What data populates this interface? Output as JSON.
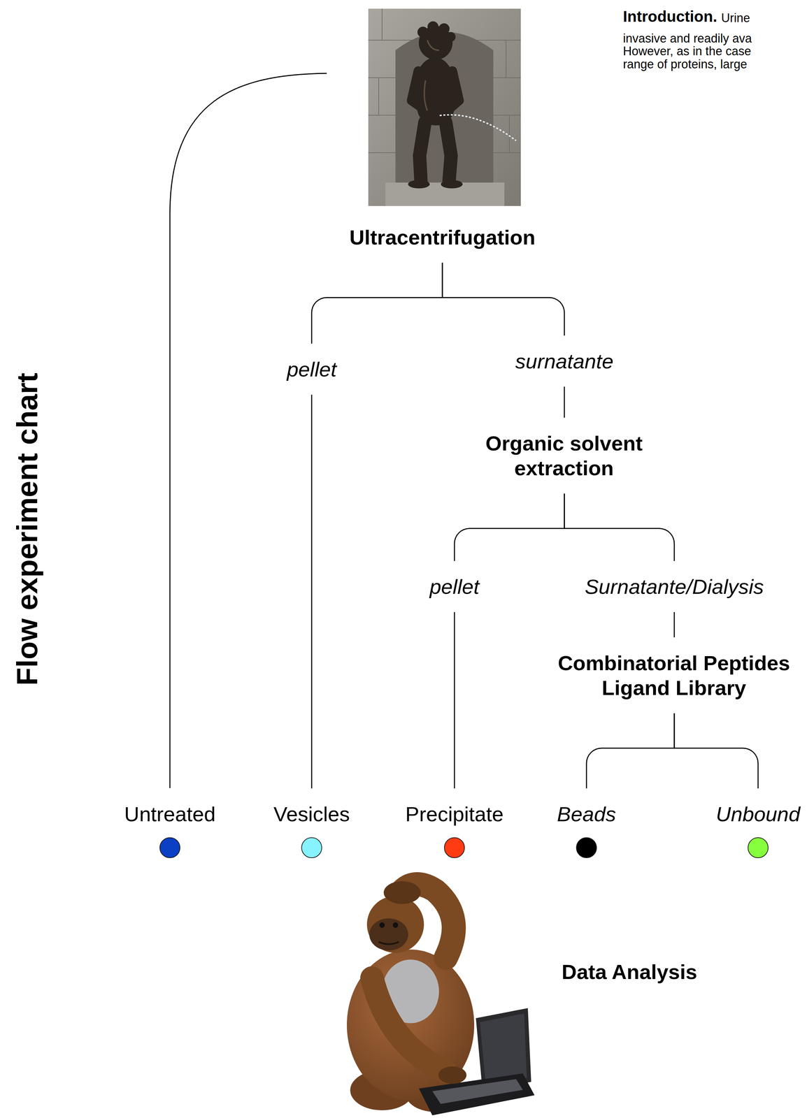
{
  "diagram": {
    "title": "Flow experiment chart",
    "nodes": [
      {
        "text": [
          "Ultracentrifugation"
        ]
      },
      {
        "text": [
          "pellet"
        ]
      },
      {
        "text": [
          "surnatante"
        ]
      },
      {
        "text": [
          "Organic solvent extraction"
        ]
      },
      {
        "text": [
          "pellet"
        ]
      },
      {
        "text": [
          "Surnatante/Dialysis"
        ]
      },
      {
        "text": [
          "Combinatorial Peptides Ligand Library"
        ]
      },
      {
        "text": [
          "Untreated"
        ]
      },
      {
        "text": [
          "Vesicles"
        ]
      },
      {
        "text": [
          "Precipitate"
        ]
      },
      {
        "text": [
          "Beads"
        ]
      },
      {
        "text": [
          "Unbound"
        ]
      }
    ],
    "edges": [
      {
        "from": 0,
        "to": 1,
        "arrow": "none"
      },
      {
        "from": 0,
        "to": 2,
        "arrow": "none"
      },
      {
        "from": 1,
        "to": 8,
        "arrow": "none"
      },
      {
        "from": 2,
        "to": 3,
        "arrow": "none"
      },
      {
        "from": 3,
        "to": 4,
        "arrow": "none"
      },
      {
        "from": 3,
        "to": 5,
        "arrow": "none"
      },
      {
        "from": 4,
        "to": 9,
        "arrow": "none"
      },
      {
        "from": 5,
        "to": 6,
        "arrow": "none"
      },
      {
        "from": 6,
        "to": 10,
        "arrow": "none"
      },
      {
        "from": 6,
        "to": 11,
        "arrow": "none"
      }
    ],
    "labels": [
      "Introduction.",
      "Urine",
      "invasive and readily ava",
      "However, as in the case",
      "range of proteins, large",
      "Data Analysis"
    ]
  }
}
